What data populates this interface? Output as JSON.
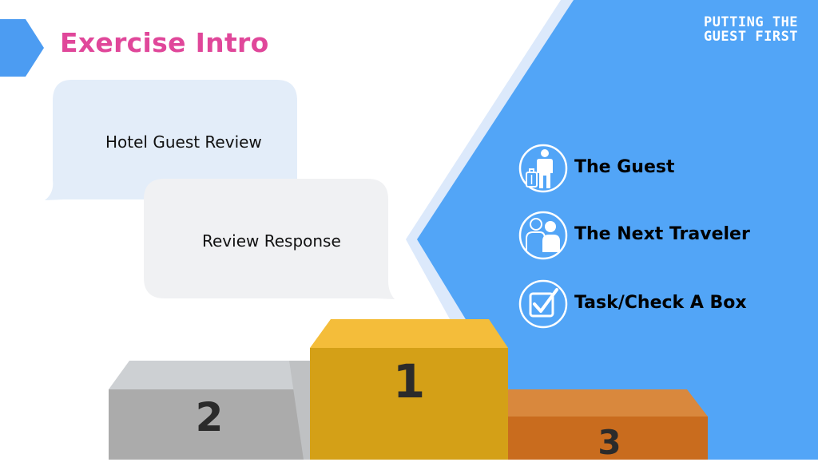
{
  "slide": {
    "title": "Exercise Intro",
    "brand_line1": "PUTTING THE",
    "brand_line2": "GUEST FIRST"
  },
  "bubbles": {
    "guest_review": "Hotel Guest Review",
    "review_response": "Review Response"
  },
  "list": [
    {
      "label": "The Guest",
      "icon": "guest-with-luggage-icon"
    },
    {
      "label": "The Next Traveler",
      "icon": "travelers-icon"
    },
    {
      "label": "Task/Check A Box",
      "icon": "checkbox-icon"
    }
  ],
  "podium": {
    "first": "1",
    "second": "2",
    "third": "3"
  },
  "colors": {
    "title": "#e0479a",
    "blue_panel": "#52a5f7",
    "light_blue_band": "#dce9fb",
    "bubble_blue": "#e3edf9",
    "bubble_gray": "#f0f1f3",
    "gold": "#d4a017",
    "silver": "#ababab",
    "bronze": "#c96c1e"
  }
}
